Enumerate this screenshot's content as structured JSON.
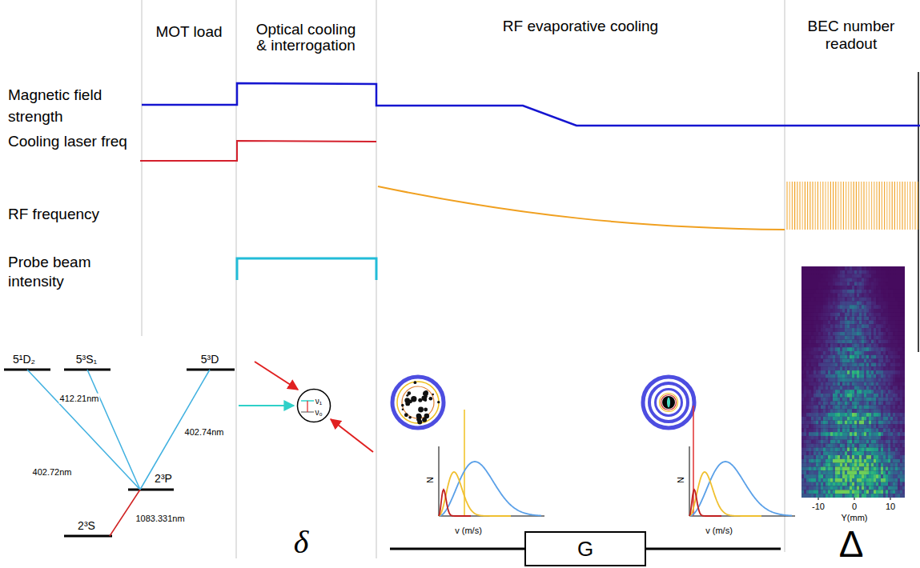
{
  "diagram": {
    "nodes": [
      {
        "text": [
          "ν₁",
          "ν₀"
        ]
      },
      {
        "text": [
          "G"
        ]
      }
    ],
    "labels": [
      "MOT load",
      "Optical cooling & interrogation",
      "RF evaporative cooling",
      "BEC number readout",
      "Magnetic field strength",
      "Cooling laser freq",
      "RF frequency",
      "Probe beam intensity",
      "5¹D₂",
      "5³S₁",
      "5³D",
      "412.21nm",
      "402.72nm",
      "402.74nm",
      "2³P",
      "1083.331nm",
      "2³S",
      "δ",
      "N",
      "v (m/s)",
      "N",
      "v (m/s)",
      "Δ",
      "-10",
      "0",
      "10",
      "Y(mm)"
    ]
  }
}
